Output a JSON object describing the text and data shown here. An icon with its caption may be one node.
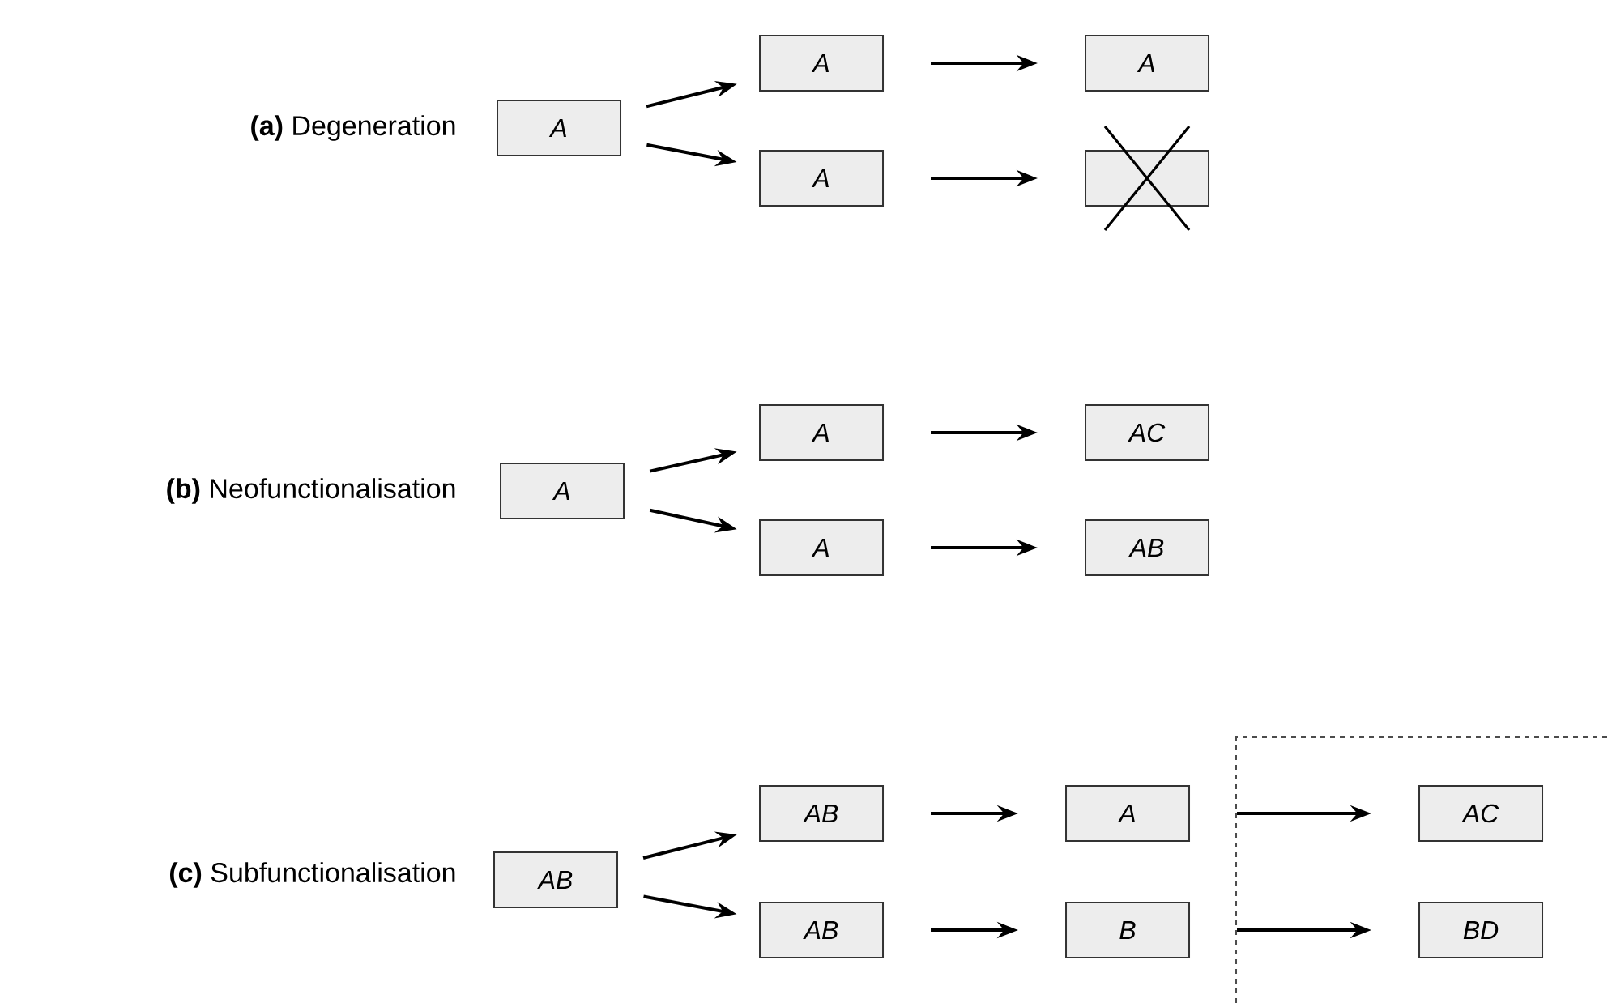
{
  "diagram": {
    "nodes": [
      {
        "text": [
          "A"
        ]
      },
      {
        "text": [
          "A"
        ]
      },
      {
        "text": [
          "A"
        ]
      },
      {
        "text": [
          "A"
        ]
      },
      {
        "text": [],
        "shape": "box"
      },
      {
        "text": [
          "A"
        ]
      },
      {
        "text": [
          "A"
        ]
      },
      {
        "text": [
          "A"
        ]
      },
      {
        "text": [
          "AC"
        ]
      },
      {
        "text": [
          "AB"
        ]
      },
      {
        "text": [
          "AB"
        ]
      },
      {
        "text": [
          "AB"
        ]
      },
      {
        "text": [
          "AB"
        ]
      },
      {
        "text": [
          "A"
        ]
      },
      {
        "text": [
          "B"
        ]
      },
      {
        "text": [
          "AC"
        ]
      },
      {
        "text": [
          "BD"
        ]
      }
    ],
    "edges": [
      {
        "from": 0,
        "to": 1,
        "arrow": "to"
      },
      {
        "from": 0,
        "to": 2,
        "arrow": "to"
      },
      {
        "from": 1,
        "to": 3,
        "arrow": "to"
      },
      {
        "from": 2,
        "to": 4,
        "arrow": "to"
      },
      {
        "from": 5,
        "to": 6,
        "arrow": "to"
      },
      {
        "from": 5,
        "to": 7,
        "arrow": "to"
      },
      {
        "from": 6,
        "to": 8,
        "arrow": "to"
      },
      {
        "from": 7,
        "to": 9,
        "arrow": "to"
      },
      {
        "from": 10,
        "to": 11,
        "arrow": "to"
      },
      {
        "from": 10,
        "to": 12,
        "arrow": "to"
      },
      {
        "from": 11,
        "to": 13,
        "arrow": "to"
      },
      {
        "from": 12,
        "to": 14,
        "arrow": "to"
      },
      {
        "from": 13,
        "to": 15,
        "arrow": "to"
      },
      {
        "from": 14,
        "to": 16,
        "arrow": "to"
      }
    ],
    "labels": [
      "**(a)** Degeneration",
      "**(b)** Neofunctionalisation",
      "**(c)** Subfunctionalisation"
    ]
  }
}
